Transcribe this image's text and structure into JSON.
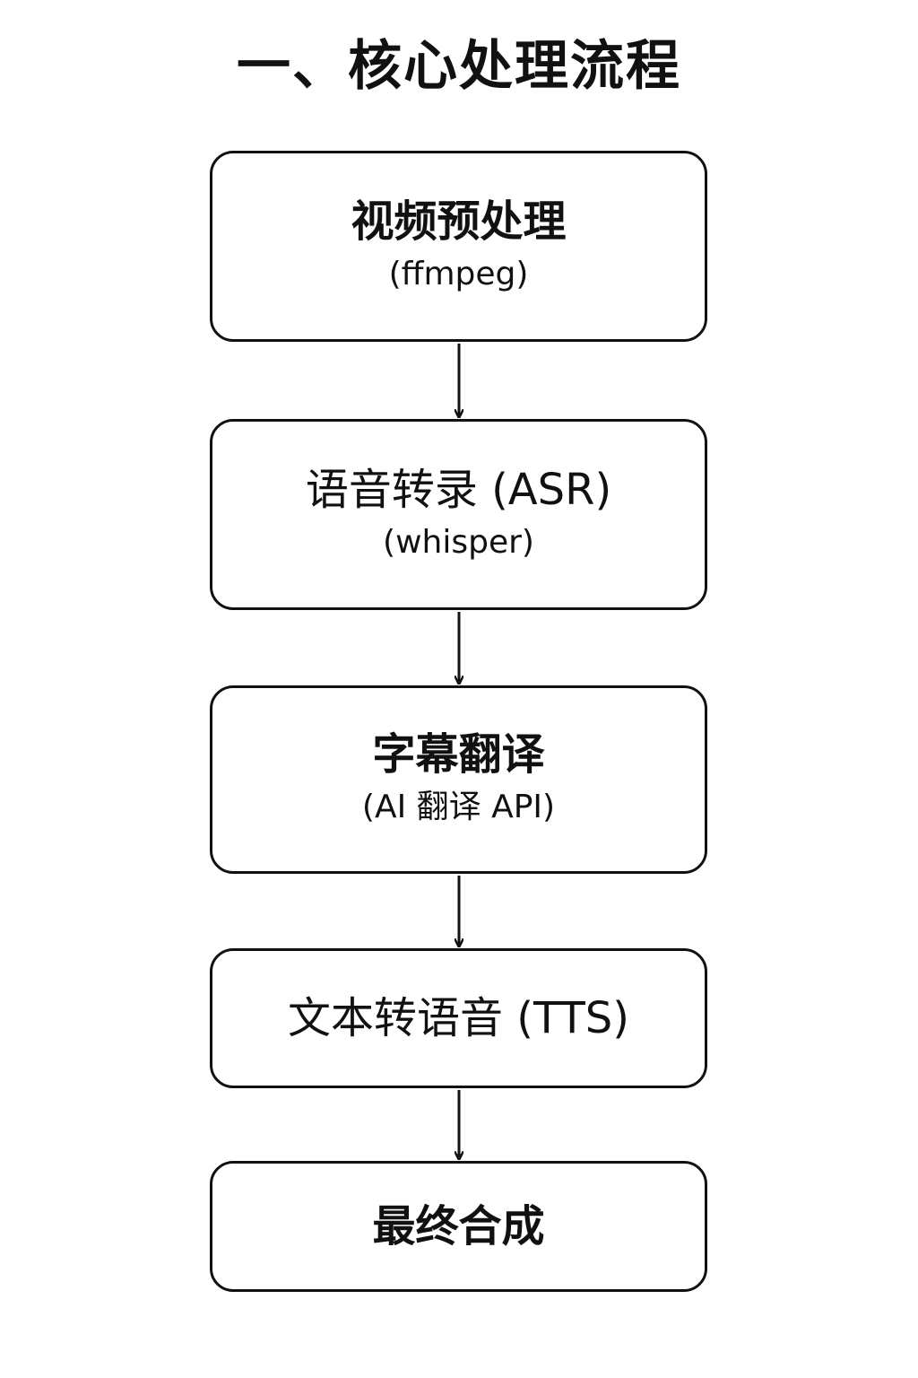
{
  "title": "一、核心处理流程",
  "steps": [
    {
      "title": "视频预处理",
      "subtitle": "(ffmpeg)"
    },
    {
      "title": "语音转录 (ASR)",
      "subtitle": "(whisper)"
    },
    {
      "title": "字幕翻译",
      "subtitle": "(AI 翻译 API)"
    },
    {
      "title": "文本转语音 (TTS)"
    },
    {
      "title": "最终合成"
    }
  ]
}
